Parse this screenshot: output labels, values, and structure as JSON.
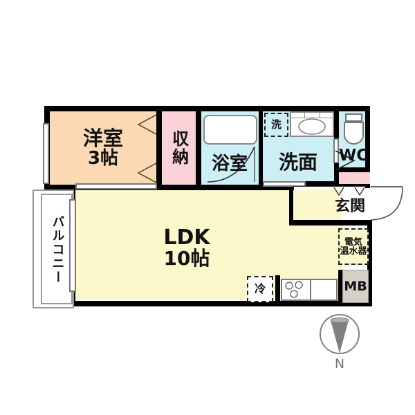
{
  "document": {
    "type": "floor-plan",
    "title": "1LDK apartment floor plan",
    "background_color": "#ffffff"
  },
  "colors": {
    "wall": "#000000",
    "bedroom_fill": "#fad9b4",
    "closet_fill": "#fbd2d8",
    "ldk_fill": "#fbf8cc",
    "wet_fill": "#cceef5",
    "entrance_fill": "#fbd2d8",
    "balcony_fill": "#ffffff",
    "mb_fill": "#d4d0c8",
    "compass": "#808080"
  },
  "rooms": [
    {
      "id": "bedroom",
      "label": "洋室\n3帖",
      "name_line": "洋室",
      "size_line": "3帖",
      "fill": "#fad9b4"
    },
    {
      "id": "closet",
      "label": "収納",
      "fill": "#fbd2d8"
    },
    {
      "id": "bath",
      "label": "浴室",
      "fill": "#cceef5"
    },
    {
      "id": "washroom",
      "label": "洗面",
      "fill": "#cceef5"
    },
    {
      "id": "wc",
      "label": "WC",
      "fill": "#cceef5"
    },
    {
      "id": "entrance",
      "label": "玄関",
      "fill": "#ffffff"
    },
    {
      "id": "ldk",
      "label": "LDK\n10帖",
      "name_line": "LDK",
      "size_line": "10帖",
      "fill": "#fbf8cc"
    },
    {
      "id": "balcony",
      "label": "バルコニー",
      "fill": "#ffffff"
    }
  ],
  "fixtures": [
    {
      "id": "washer",
      "label": "洗",
      "style": "dashed-box"
    },
    {
      "id": "refrigerator",
      "label": "冷",
      "style": "dashed-box"
    },
    {
      "id": "water-heater",
      "label": "電気\n温水器",
      "line1": "電気",
      "line2": "温水器",
      "style": "dashed-box"
    },
    {
      "id": "meter-box",
      "label": "MB",
      "style": "gray-box"
    },
    {
      "id": "bathtub",
      "label": "",
      "style": "rounded-box"
    },
    {
      "id": "vanity-sink",
      "label": "",
      "style": "sink"
    },
    {
      "id": "toilet",
      "label": "",
      "style": "toilet"
    },
    {
      "id": "kitchen-stove",
      "label": "",
      "style": "stove"
    },
    {
      "id": "kitchen-sink",
      "label": "",
      "style": "counter"
    }
  ],
  "compass": {
    "direction_label": "N",
    "color": "#808080"
  }
}
